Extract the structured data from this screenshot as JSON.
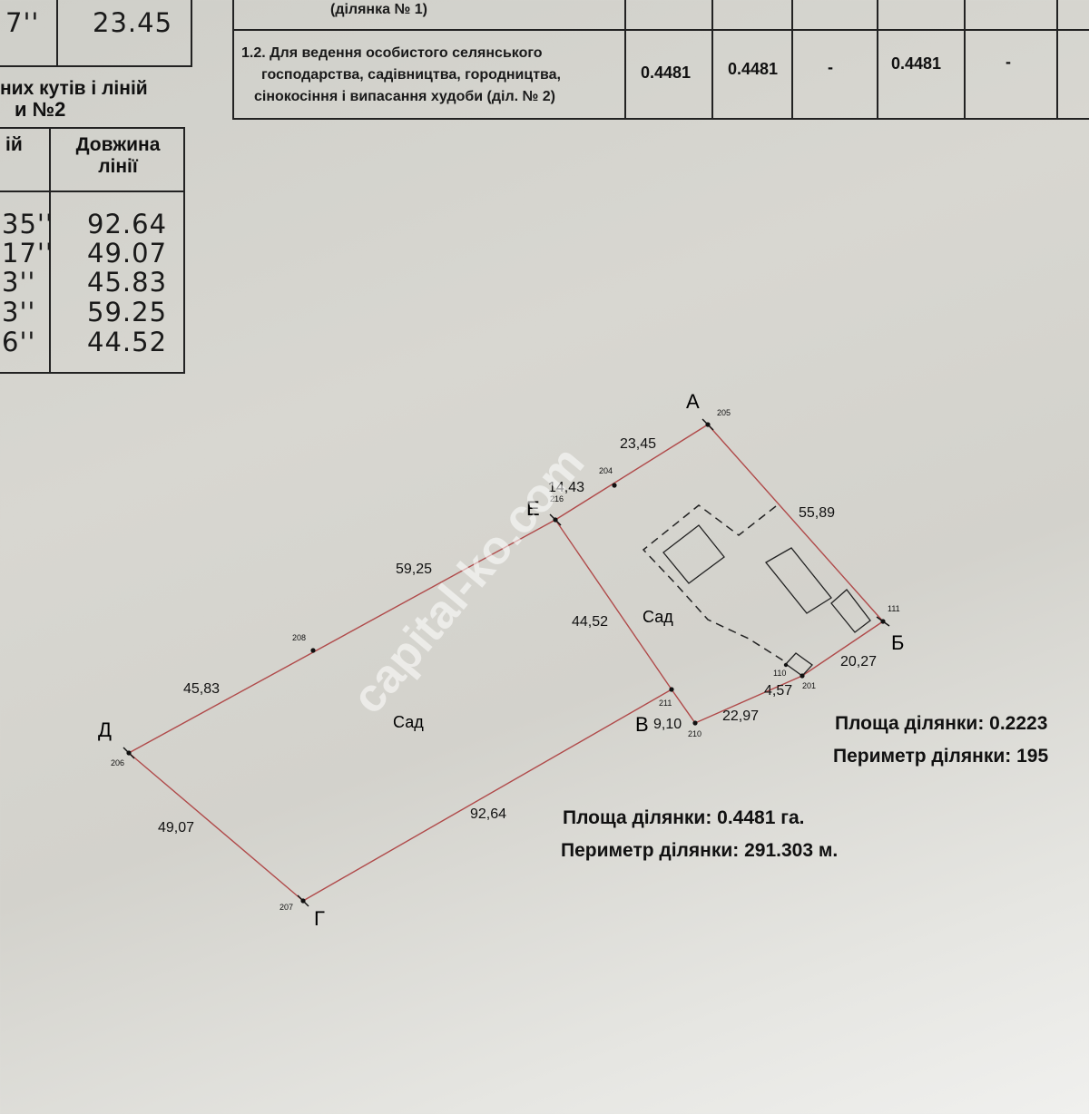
{
  "left_table": {
    "top_rows": [
      {
        "angle": "7''",
        "length": "23.45"
      }
    ],
    "caption_line1": "них кутів і ліній",
    "caption_line2": "и №2",
    "header_angle": "ій",
    "header_length": "Довжина\nлінії",
    "rows": [
      {
        "angle": "35''",
        "length": "92.64"
      },
      {
        "angle": "17''",
        "length": "49.07"
      },
      {
        "angle": "3''",
        "length": "45.83"
      },
      {
        "angle": "3''",
        "length": "59.25"
      },
      {
        "angle": "6''",
        "length": "44.52"
      }
    ]
  },
  "right_table": {
    "row1_text": "(ділянка № 1)",
    "row2_text_line1": "1.2. Для ведення особистого селянського",
    "row2_text_line2": "господарства, садівництва, городництва,",
    "row2_text_line3": "сінокосіння і випасання худоби (діл. № 2)",
    "row2_values": [
      "0.4481",
      "0.4481",
      "-",
      "0.4481",
      "-"
    ]
  },
  "plan": {
    "corners": {
      "A": "А",
      "B_ukr": "Б",
      "V": "В",
      "G": "Г",
      "D": "Д",
      "E": "Е"
    },
    "point_ids": {
      "p205": "205",
      "p204": "204",
      "p216": "216",
      "p208": "208",
      "p206": "206",
      "p207": "207",
      "p211": "211",
      "p210": "210",
      "p110": "110",
      "p201": "201",
      "p111": "111"
    },
    "segment_labels": {
      "s1": "23,45",
      "s2": "14,43",
      "s3": "55,89",
      "s4": "59,25",
      "s5": "44,52",
      "s6": "45,83",
      "s7": "49,07",
      "s8": "92,64",
      "s9": "9,10",
      "s10": "22,97",
      "s11": "4,57",
      "s12": "20,27"
    },
    "garden_label_1": "Сад",
    "garden_label_2": "Сад",
    "watermark": "capital-ko.com"
  },
  "area_info_main": {
    "area": "Площа ділянки: 0.4481 га.",
    "perimeter": "Периметр ділянки: 291.303 м."
  },
  "area_info_other": {
    "area": "Площа ділянки: 0.2223",
    "perimeter": "Периметр ділянки: 195"
  },
  "colors": {
    "boundary": "#b04a4a",
    "ink": "#111111"
  }
}
